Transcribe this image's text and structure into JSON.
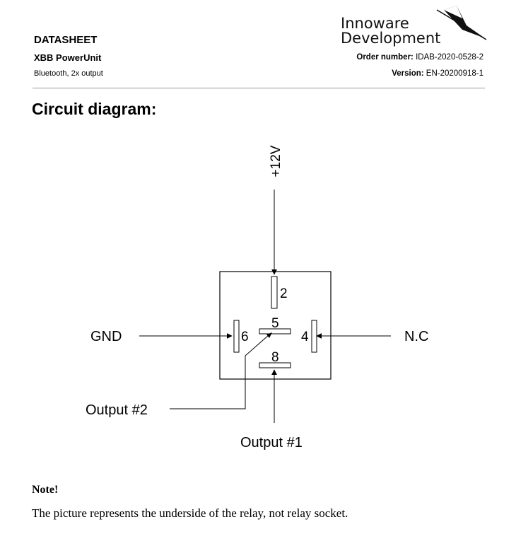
{
  "header": {
    "doc_type": "DATASHEET",
    "product_name": "XBB PowerUnit",
    "product_desc": "Bluetooth, 2x output",
    "logo_text": "Innoware Development",
    "order_label": "Order number:",
    "order_value": "IDAB-2020-0528-2",
    "version_label": "Version:",
    "version_value": "EN-20200918-1"
  },
  "section": {
    "title": "Circuit diagram:"
  },
  "diagram": {
    "supply_label": "+12V",
    "gnd_label": "GND",
    "nc_label": "N.C",
    "output2_label": "Output #2",
    "output1_label": "Output #1",
    "pins": {
      "p2": "2",
      "p5": "5",
      "p6": "6",
      "p4": "4",
      "p8": "8"
    }
  },
  "note": {
    "title": "Note!",
    "text": "The picture represents the underside of the relay, not relay socket."
  }
}
